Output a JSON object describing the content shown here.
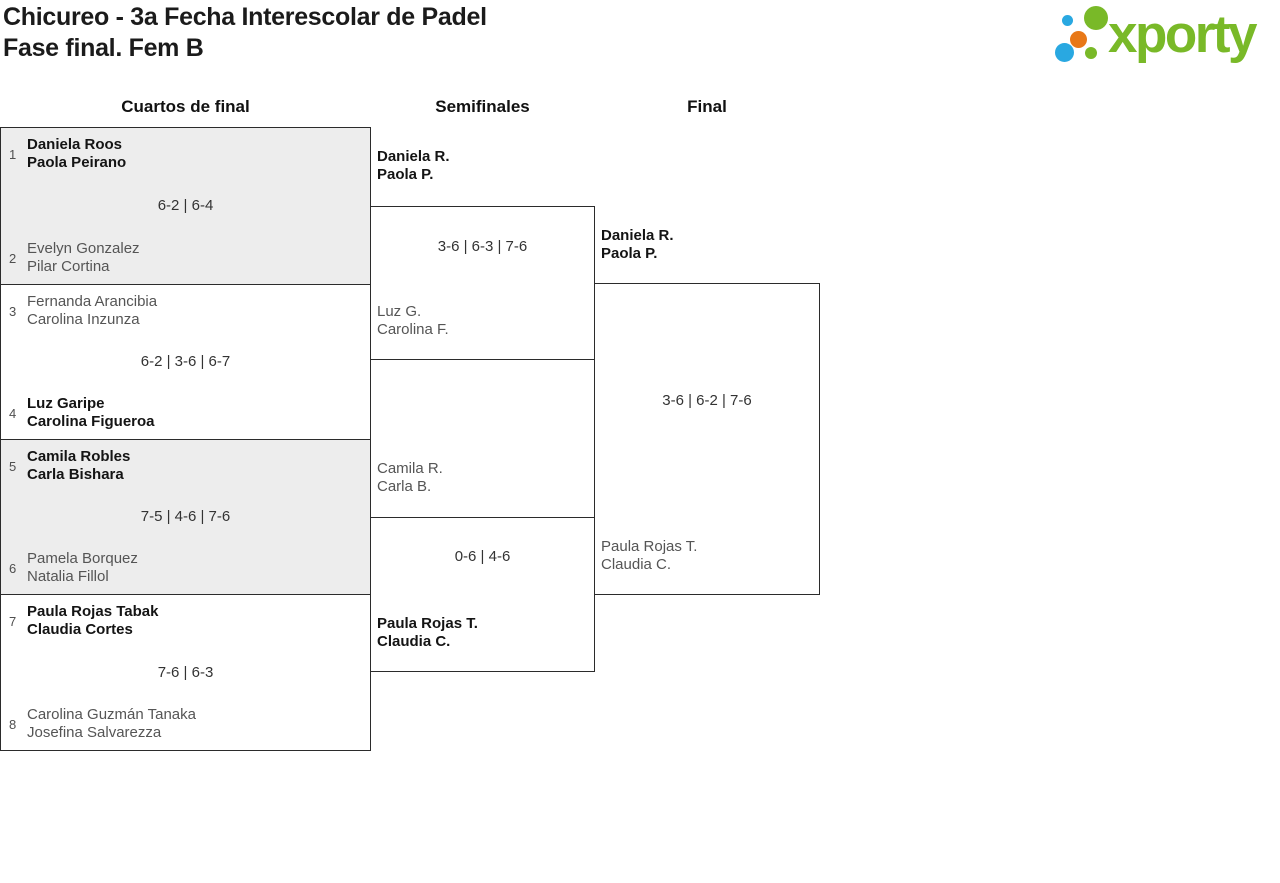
{
  "header": {
    "title_line1": "Chicureo - 3a Fecha Interescolar de Padel",
    "title_line2": "Fase final. Fem B"
  },
  "logo": {
    "text": "xporty",
    "colors": {
      "green": "#79B928",
      "blue": "#29A8E1",
      "orange": "#E87817"
    }
  },
  "round_headers": {
    "quarterfinals": "Cuartos de final",
    "semifinals": "Semifinales",
    "final": "Final"
  },
  "quarterfinals": [
    {
      "seed1": "1",
      "team1_line1": "Daniela Roos",
      "team1_line2": "Paola Peirano",
      "team1_winner": true,
      "score": "6-2 | 6-4",
      "seed2": "2",
      "team2_line1": "Evelyn Gonzalez",
      "team2_line2": "Pilar Cortina",
      "team2_winner": false
    },
    {
      "seed1": "3",
      "team1_line1": "Fernanda Arancibia",
      "team1_line2": "Carolina Inzunza",
      "team1_winner": false,
      "score": "6-2 | 3-6 | 6-7",
      "seed2": "4",
      "team2_line1": "Luz Garipe",
      "team2_line2": "Carolina Figueroa",
      "team2_winner": true
    },
    {
      "seed1": "5",
      "team1_line1": "Camila Robles",
      "team1_line2": "Carla Bishara",
      "team1_winner": true,
      "score": "7-5 | 4-6 | 7-6",
      "seed2": "6",
      "team2_line1": "Pamela Borquez",
      "team2_line2": "Natalia Fillol",
      "team2_winner": false
    },
    {
      "seed1": "7",
      "team1_line1": "Paula Rojas Tabak",
      "team1_line2": "Claudia Cortes",
      "team1_winner": true,
      "score": "7-6 | 6-3",
      "seed2": "8",
      "team2_line1": "Carolina Guzmán Tanaka",
      "team2_line2": "Josefina Salvarezza",
      "team2_winner": false
    }
  ],
  "semifinals": [
    {
      "team1_line1": "Daniela R.",
      "team1_line2": "Paola P.",
      "team1_winner": true,
      "score": "3-6 | 6-3 | 7-6",
      "team2_line1": "Luz G.",
      "team2_line2": "Carolina F.",
      "team2_winner": false
    },
    {
      "team1_line1": "Camila R.",
      "team1_line2": "Carla B.",
      "team1_winner": false,
      "score": "0-6 | 4-6",
      "team2_line1": "Paula Rojas T.",
      "team2_line2": "Claudia C.",
      "team2_winner": true
    }
  ],
  "final": {
    "team1_line1": "Daniela R.",
    "team1_line2": "Paola P.",
    "team1_winner": true,
    "score": "3-6 | 6-2 | 7-6",
    "team2_line1": "Paula Rojas T.",
    "team2_line2": "Claudia C.",
    "team2_winner": false
  }
}
